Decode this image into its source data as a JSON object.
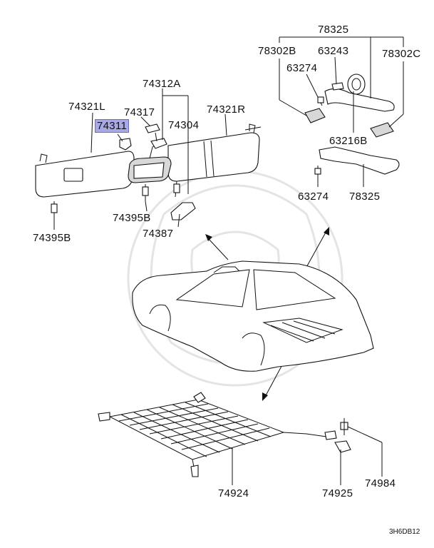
{
  "labels": {
    "p78325_top": "78325",
    "p78302B": "78302B",
    "p63243": "63243",
    "p78302C": "78302C",
    "p63274_top": "63274",
    "p74312A": "74312A",
    "p74321L": "74321L",
    "p74317": "74317",
    "p74321R": "74321R",
    "p74311": "74311",
    "p74304": "74304",
    "p63216B": "63216B",
    "p63274_bot": "63274",
    "p78325_bot": "78325",
    "p74395B_mid": "74395B",
    "p74387": "74387",
    "p74395B_left": "74395B",
    "p74924": "74924",
    "p74984": "74984",
    "p74925": "74925"
  },
  "highlighted_part": "74311",
  "diagram_code": "3H6DB12",
  "colors": {
    "highlight": "#a9a9e6",
    "ink": "#111111"
  }
}
